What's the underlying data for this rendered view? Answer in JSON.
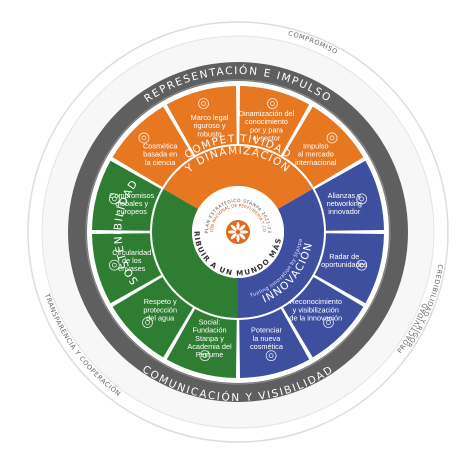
{
  "rim": {
    "top": "REPRESENTACIÓN E IMPULSO",
    "bottom": "COMUNICACIÓN Y VISIBILIDAD"
  },
  "outer_ring": {
    "top_right": "CREDIBILIDAD Y RIGOR",
    "top_left": "COMPROMISO",
    "bottom_left": "TRANSPARENCIA Y COOPERACIÓN",
    "bottom_right": "PROACTIVIDAD"
  },
  "pillars": {
    "competitividad": {
      "line1": "COMPETITIVIDAD",
      "line2": "Y DINAMIZACIÓN"
    },
    "sostenibilidad": "SOSTENIBILIDAD",
    "innovacion": "INNOVACIÓN",
    "innovacion_tagline": "Fueling innovation by Stanpa"
  },
  "center": {
    "motto": "CONTRIBUIR A UN MUNDO MÁS BELLO",
    "plan": "PLAN ESTRATÉGICO STANPA 2021-23",
    "plan_sub": "ASOCIACIÓN NACIONAL DE PERFUMERÍA Y COSMÉTICA"
  },
  "segments": {
    "orange": [
      {
        "lines": [
          "Cosmética",
          "basada en",
          "la ciencia"
        ],
        "icon": "flask-icon"
      },
      {
        "lines": [
          "Marco legal",
          "riguroso y",
          "robusto"
        ],
        "icon": "gear-icon"
      },
      {
        "lines": [
          "Dinamización del",
          "conocimiento",
          "por y para",
          "el sector"
        ],
        "icon": "lightbulb-icon"
      },
      {
        "lines": [
          "Impulso",
          "al mercado",
          "internacional"
        ],
        "icon": "globe-icon"
      }
    ],
    "blue": [
      {
        "lines": [
          "Alianzas y",
          "networking",
          "innovador"
        ],
        "icon": "network-icon"
      },
      {
        "lines": [
          "Radar de",
          "oportunidades"
        ],
        "icon": "radar-icon"
      },
      {
        "lines": [
          "Reconocimiento",
          "y visibilización",
          "de la innovación"
        ],
        "icon": "badge-icon"
      },
      {
        "lines": [
          "Potenciar",
          "la nueva",
          "cosmética"
        ],
        "icon": "rocket-icon"
      }
    ],
    "green": [
      {
        "lines": [
          "Social:",
          "Fundación",
          "Stanpa y",
          "Academia del",
          "Perfume"
        ],
        "icon": "hands-icon"
      },
      {
        "lines": [
          "Respeto y",
          "protección",
          "del agua"
        ],
        "icon": "water-drop-icon"
      },
      {
        "lines": [
          "Circularidad",
          "de los",
          "envases"
        ],
        "icon": "recycle-icon"
      },
      {
        "lines": [
          "Compromisos",
          "globales y",
          "europeos"
        ],
        "icon": "handshake-icon"
      }
    ]
  },
  "colors": {
    "orange": "#e87722",
    "green": "#2e7d32",
    "blue": "#3f4fa0",
    "rim": "#5f5f5f",
    "outer_ring": "#e6e6e6"
  }
}
